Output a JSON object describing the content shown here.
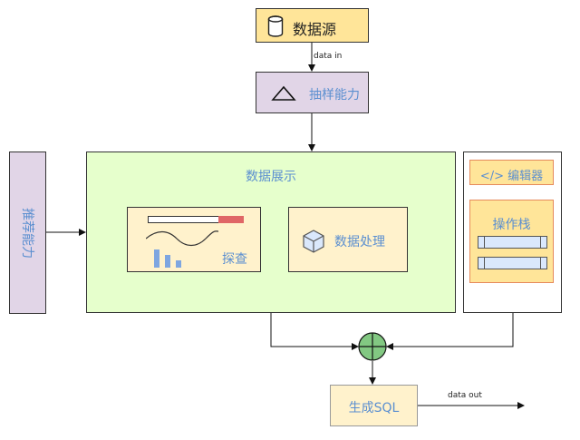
{
  "nodes": {
    "datasource": {
      "label": "数据源",
      "icon": "database-icon"
    },
    "sample": {
      "label": "抽样能力",
      "icon": "triangle-icon"
    },
    "recommend": {
      "label": "推荐能力"
    },
    "display": {
      "label": "数据展示",
      "explore": {
        "label": "探查",
        "icons": [
          "progress-bar-icon",
          "wave-icon",
          "bar-chart-icon"
        ]
      },
      "process": {
        "label": "数据处理",
        "icon": "cube-icon"
      }
    },
    "editor": {
      "label": "</> 编辑器"
    },
    "stack": {
      "label": "操作栈",
      "rows": 2
    },
    "gensql": {
      "label": "生成SQL"
    },
    "merge": {
      "icon": "circle-plus-icon"
    }
  },
  "edges": {
    "data_in": "data in",
    "data_out": "data out"
  },
  "colors": {
    "label_blue": "#5b8fd0",
    "yellow": "#fff2cc",
    "gold": "#ffe599",
    "purple": "#e1d5e7",
    "green": "#e6ffcc",
    "merge_green": "#82c882",
    "bar_red": "#e06666",
    "chart_blue": "#7ea6e0"
  }
}
